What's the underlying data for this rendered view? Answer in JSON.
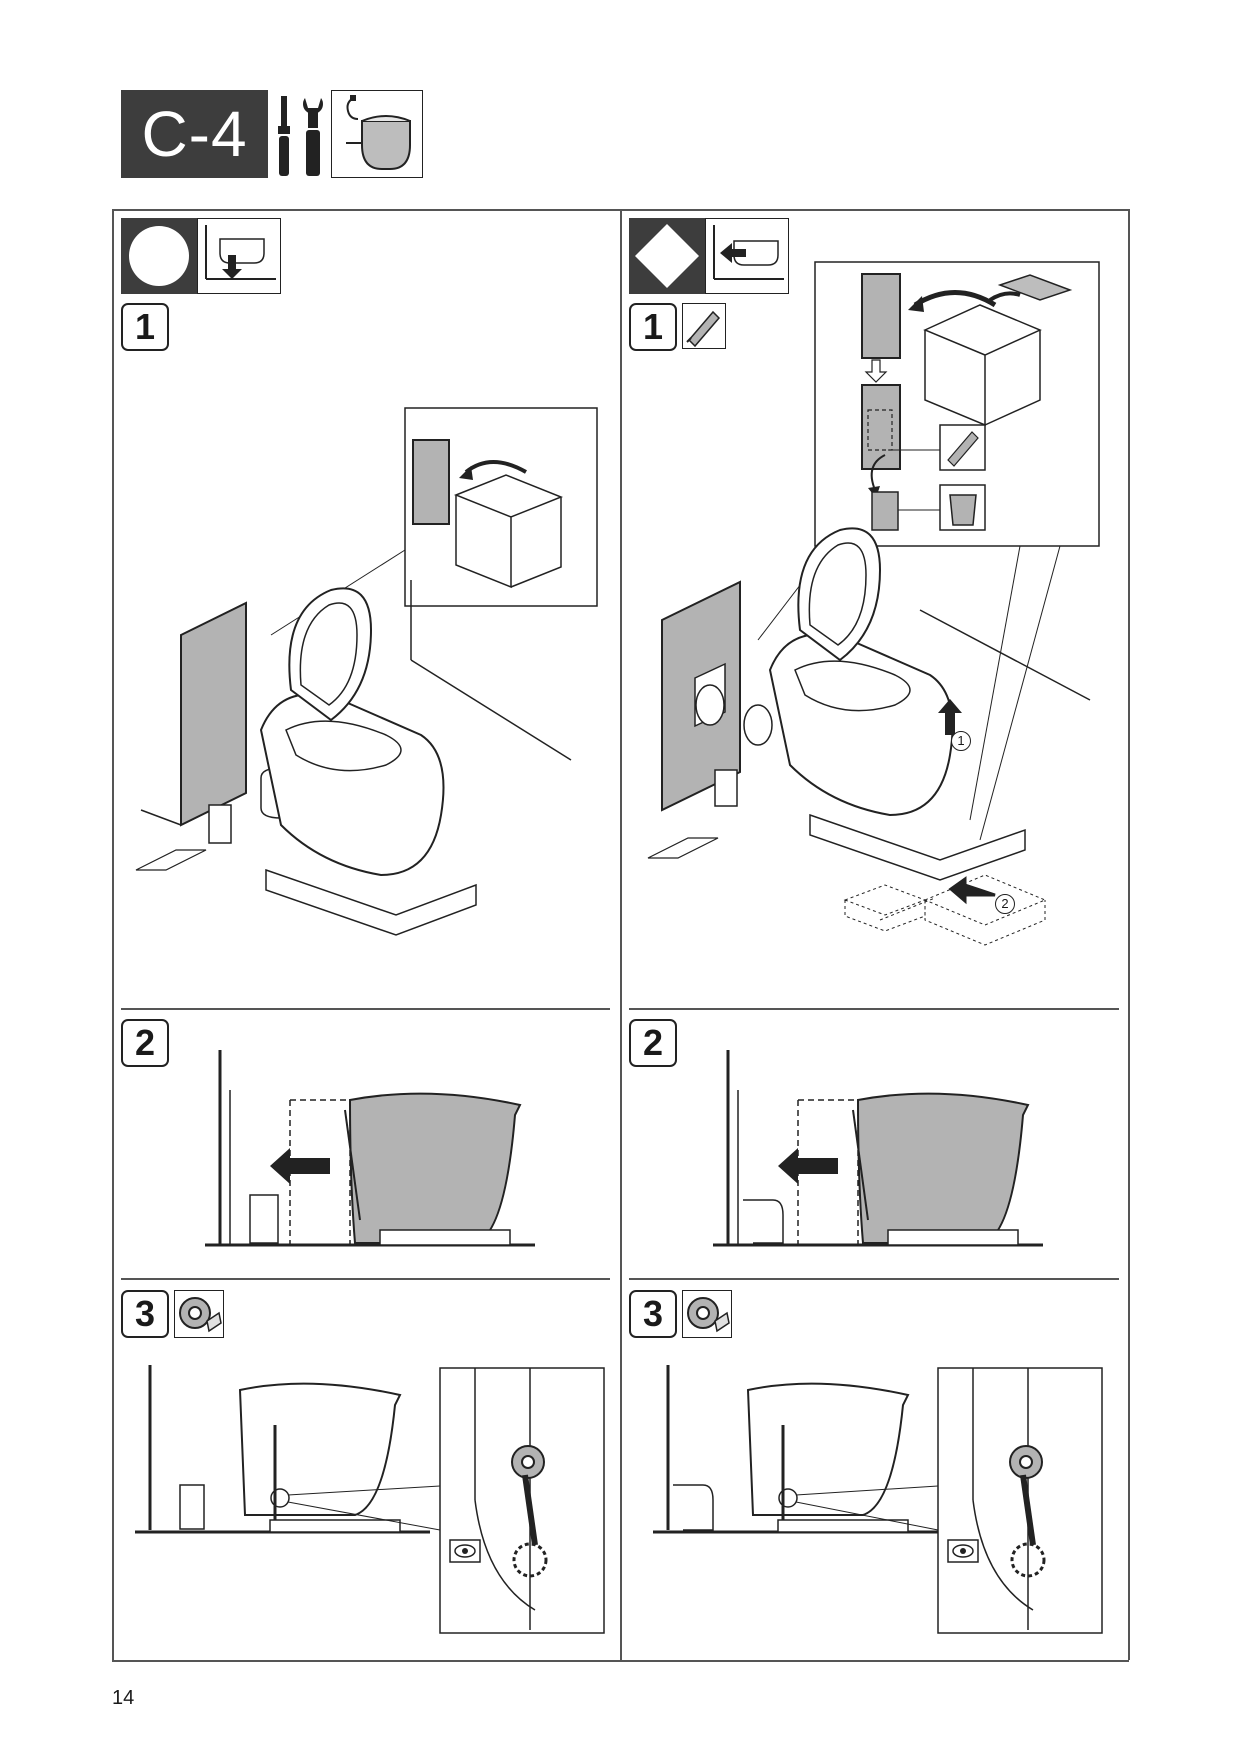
{
  "header": {
    "section_label": "C-4"
  },
  "left_column": {
    "steps": [
      {
        "label": "1"
      },
      {
        "label": "2"
      },
      {
        "label": "3"
      }
    ]
  },
  "right_column": {
    "steps": [
      {
        "label": "1"
      },
      {
        "label": "2"
      },
      {
        "label": "3"
      }
    ],
    "callouts": [
      "1",
      "2"
    ]
  },
  "footer": {
    "page_number": "14"
  },
  "colors": {
    "badge_dark": "#3d3d3d",
    "panel_gray": "#b3b3b3",
    "line": "#222222"
  }
}
